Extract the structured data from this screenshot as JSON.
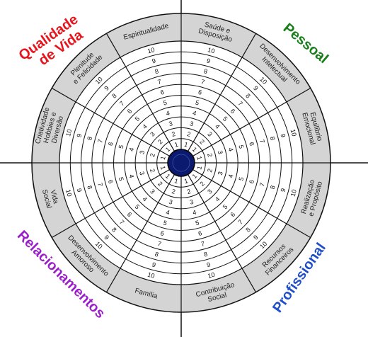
{
  "wheel": {
    "segments": [
      {
        "lines": [
          "Saúde e",
          "Disposição"
        ]
      },
      {
        "lines": [
          "Desenvolvimento",
          "Intelectual"
        ]
      },
      {
        "lines": [
          "Equilíbrio",
          "Emocional"
        ]
      },
      {
        "lines": [
          "Realização",
          "e Propósito"
        ]
      },
      {
        "lines": [
          "Recursos",
          "Financeiros"
        ]
      },
      {
        "lines": [
          "Contribuição",
          "Social"
        ]
      },
      {
        "lines": [
          "Família"
        ]
      },
      {
        "lines": [
          "Desenvolvimento",
          "Amoroso"
        ]
      },
      {
        "lines": [
          "Vida",
          "Social"
        ]
      },
      {
        "lines": [
          "Criatividade",
          "Hobbies e",
          "Diversão"
        ]
      },
      {
        "lines": [
          "Plenitude",
          "e Felicidade"
        ]
      },
      {
        "lines": [
          "Espiritualidade"
        ]
      }
    ],
    "scale": [
      "1",
      "2",
      "3",
      "4",
      "5",
      "6",
      "7",
      "8",
      "9",
      "10"
    ],
    "quadrants": [
      {
        "lines": [
          "Qualidade",
          "de Vida"
        ],
        "color": "#e8141c"
      },
      {
        "lines": [
          "Pessoal"
        ],
        "color": "#1a7f1a"
      },
      {
        "lines": [
          "Profissional"
        ],
        "color": "#1f4fc8"
      },
      {
        "lines": [
          "Relacionamentos"
        ],
        "color": "#9b1fc9"
      }
    ],
    "colors": {
      "outer_ring": "#d4d4d4",
      "hub": "#0b1a6e",
      "lines": "#111111"
    }
  }
}
